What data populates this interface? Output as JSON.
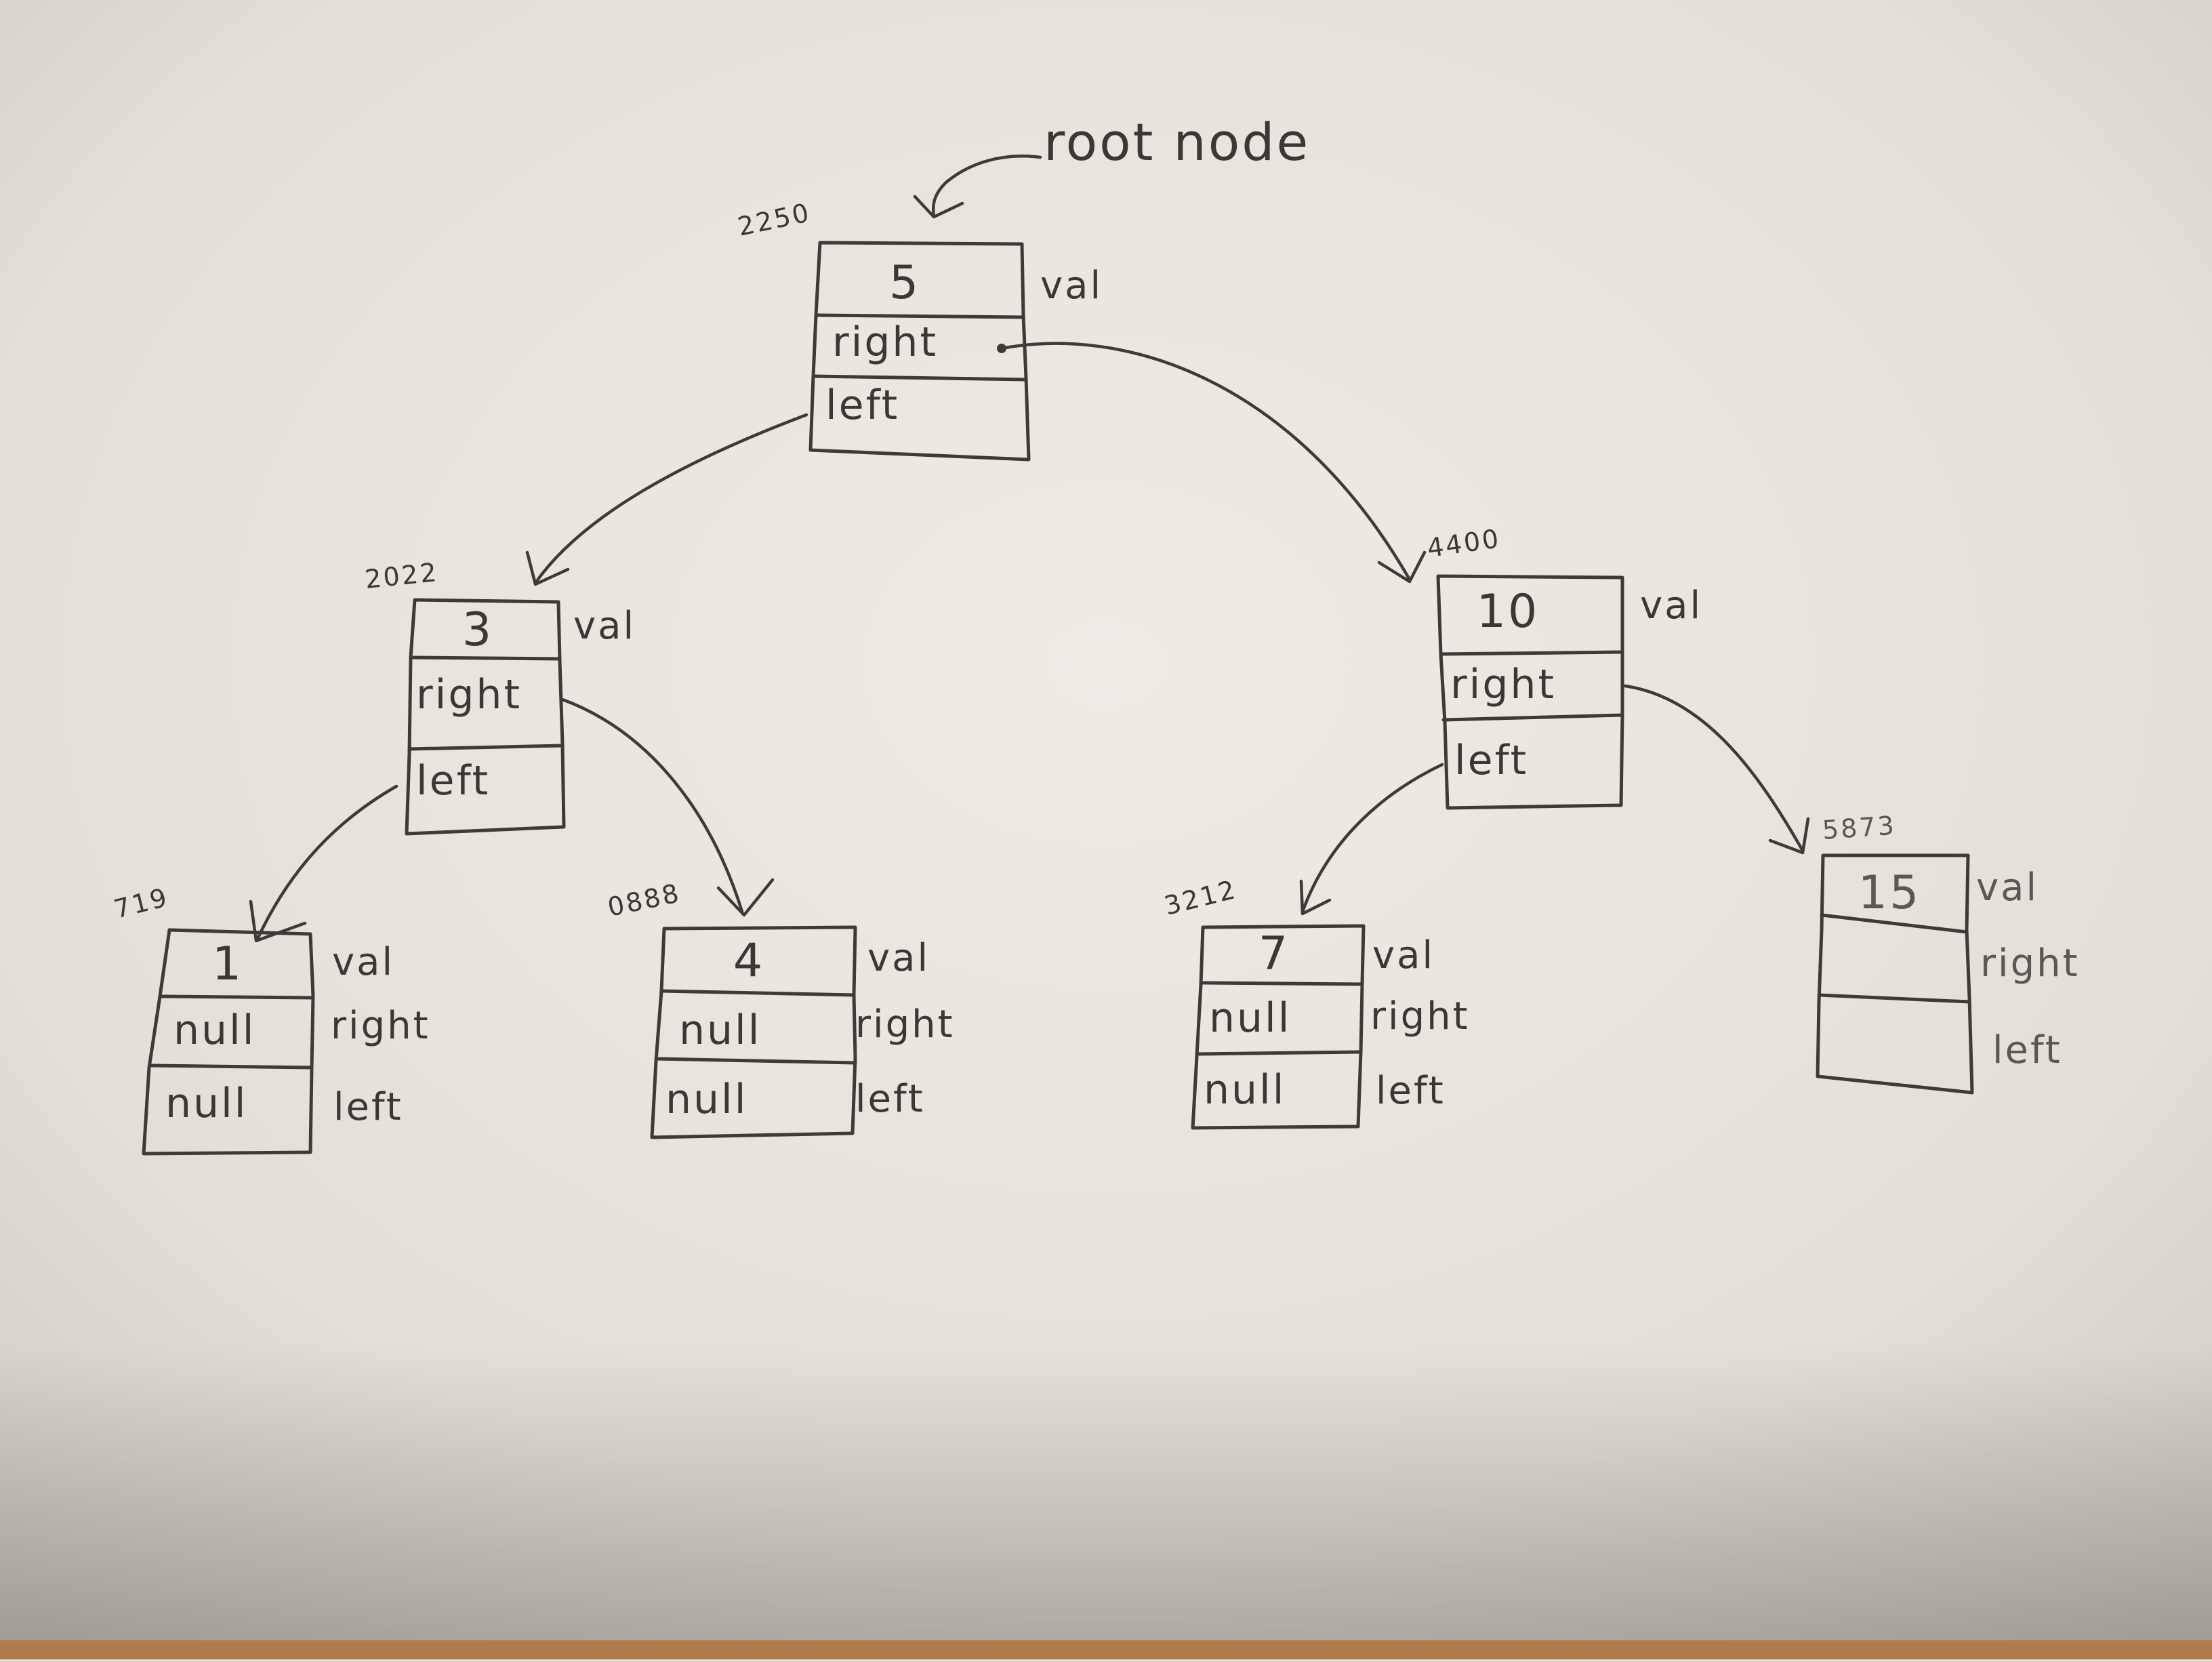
{
  "diagram": {
    "root_label": "root node",
    "nodes": [
      {
        "id": "n5",
        "address": "2250",
        "val": "5",
        "right": "right",
        "left": "left",
        "field_labels": {
          "val": "val",
          "right": "",
          "left": ""
        }
      },
      {
        "id": "n3",
        "address": "2022",
        "val": "3",
        "right": "right",
        "left": "left",
        "field_labels": {
          "val": "val",
          "right": "",
          "left": ""
        }
      },
      {
        "id": "n10",
        "address": "4400",
        "val": "10",
        "right": "right",
        "left": "left",
        "field_labels": {
          "val": "val",
          "right": "",
          "left": ""
        }
      },
      {
        "id": "n1",
        "address": "719",
        "val": "1",
        "right": "null",
        "left": "null",
        "field_labels": {
          "val": "val",
          "right": "right",
          "left": "left"
        }
      },
      {
        "id": "n4",
        "address": "0888",
        "val": "4",
        "right": "null",
        "left": "null",
        "field_labels": {
          "val": "val",
          "right": "right",
          "left": "left"
        }
      },
      {
        "id": "n7",
        "address": "3212",
        "val": "7",
        "right": "null",
        "left": "null",
        "field_labels": {
          "val": "val",
          "right": "right",
          "left": "left"
        }
      },
      {
        "id": "n15",
        "address": "5873",
        "val": "15",
        "right": "",
        "left": "",
        "field_labels": {
          "val": "val",
          "right": "right",
          "left": "left"
        }
      }
    ],
    "edges": [
      {
        "from": "n5",
        "field": "left",
        "to": "n3"
      },
      {
        "from": "n5",
        "field": "right",
        "to": "n10"
      },
      {
        "from": "n3",
        "field": "left",
        "to": "n1"
      },
      {
        "from": "n3",
        "field": "right",
        "to": "n4"
      },
      {
        "from": "n10",
        "field": "left",
        "to": "n7"
      },
      {
        "from": "n10",
        "field": "right",
        "to": "n15"
      }
    ]
  }
}
